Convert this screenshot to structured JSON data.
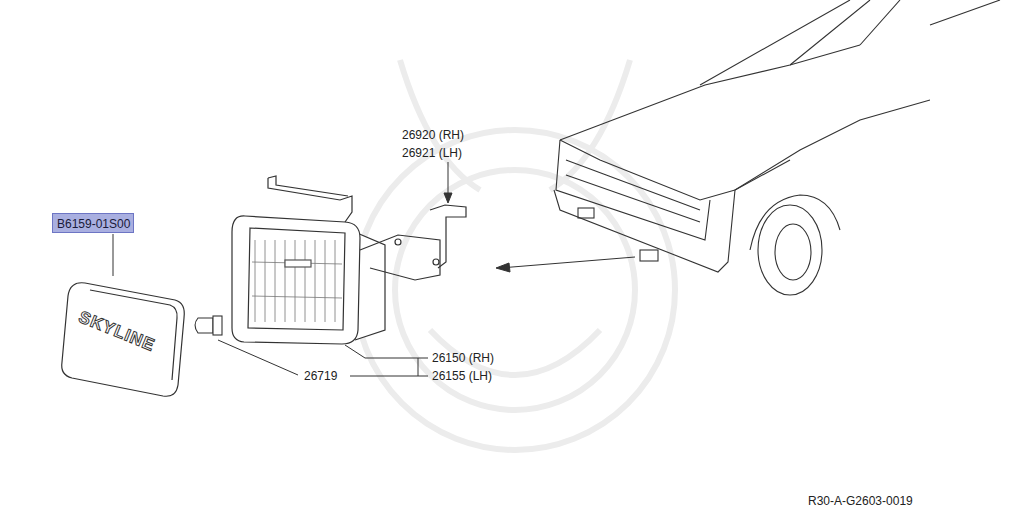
{
  "diagram": {
    "nodes": [
      {
        "text": [
          "B6159-01S00"
        ]
      }
    ],
    "labels": [
      "26920 (RH)",
      "26921 (LH)",
      "26150 (RH)",
      "26155 (LH)",
      "26719",
      "SKYLINE",
      "R30-A-G2603-0019"
    ]
  }
}
